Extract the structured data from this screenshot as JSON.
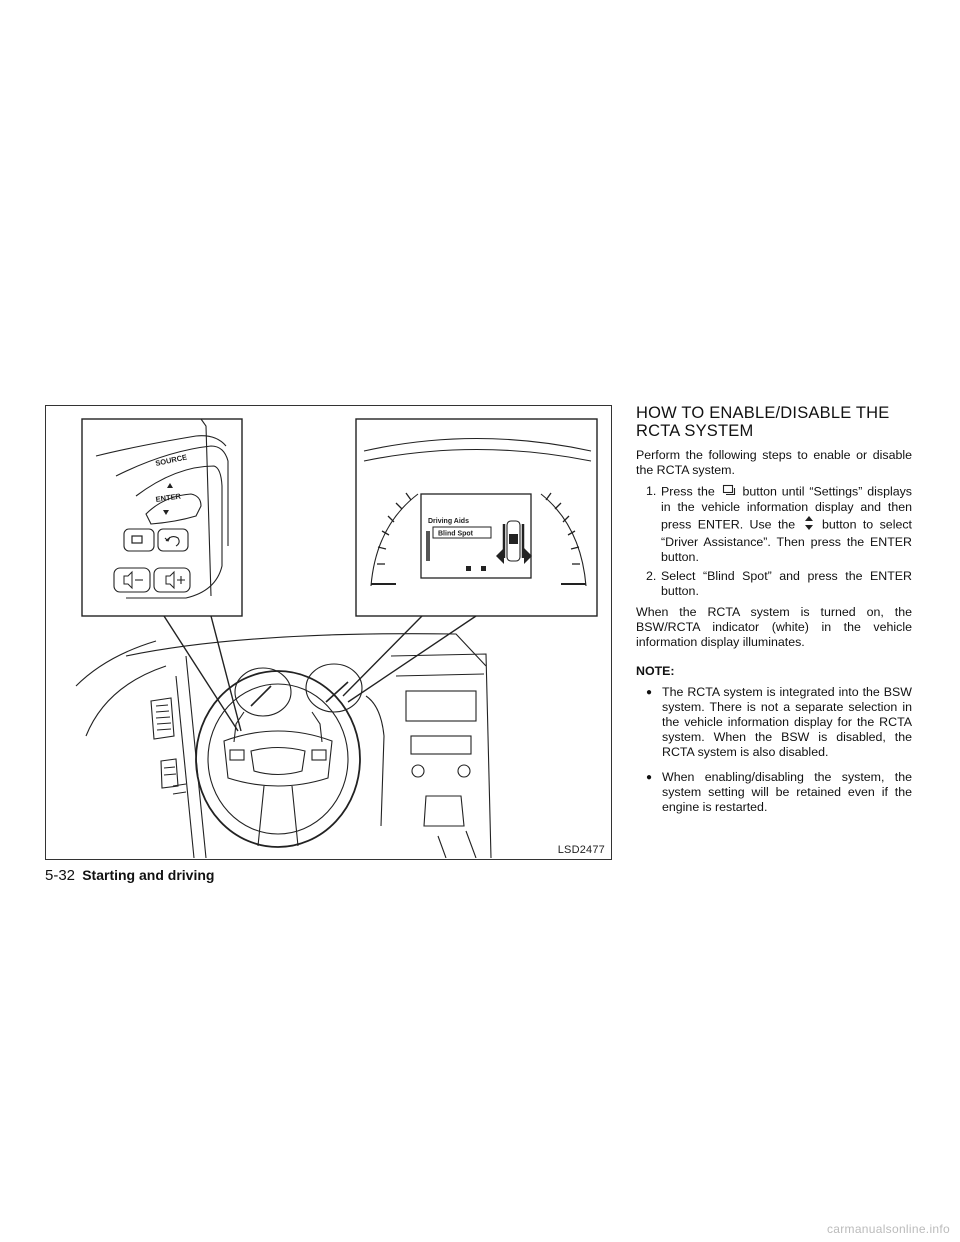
{
  "figure": {
    "code": "LSD2477",
    "labels": {
      "source": "SOURCE",
      "enter": "ENTER",
      "driving_aids": "Driving Aids",
      "blind_spot": "Blind Spot"
    }
  },
  "content": {
    "heading": "HOW TO ENABLE/DISABLE THE RCTA SYSTEM",
    "intro": "Perform the following steps to enable or disable the RCTA system.",
    "steps": [
      {
        "num": "1.",
        "part_a": "Press the",
        "part_b": "button until “Settings” displays in the vehicle information display and then press ENTER. Use the",
        "part_c": "button to select “Driver Assistance”. Then press the ENTER button."
      },
      {
        "num": "2.",
        "text": "Select “Blind Spot” and press the ENTER button."
      }
    ],
    "after_steps": "When the RCTA system is turned on, the BSW/RCTA indicator (white) in the vehicle information display illuminates.",
    "note_heading": "NOTE:",
    "notes": [
      "The RCTA system is integrated into the BSW system. There is not a separate selection in the vehicle information display for the RCTA system. When the BSW is disabled, the RCTA system is also disabled.",
      "When enabling/disabling the system, the system setting will be retained even if the engine is restarted."
    ]
  },
  "footer": {
    "page_number": "5-32",
    "section_title": "Starting and driving"
  },
  "watermark": "carmanualsonline.info"
}
